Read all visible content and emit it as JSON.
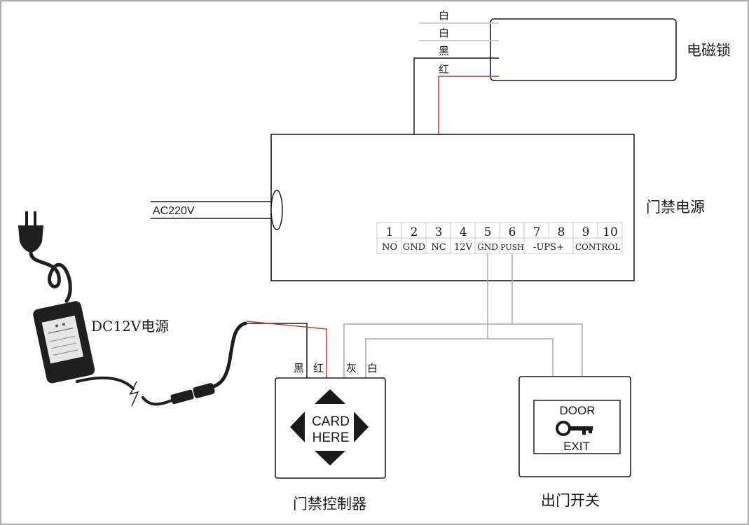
{
  "lock": {
    "label": "电磁锁",
    "wires": [
      {
        "label": "白",
        "color": "#c0c0c0"
      },
      {
        "label": "白",
        "color": "#c0c0c0"
      },
      {
        "label": "黑",
        "color": "#1a1a1a"
      },
      {
        "label": "红",
        "color": "#c0392b"
      }
    ]
  },
  "power_supply": {
    "label": "门禁电源",
    "ac_input": "AC220V",
    "terminals": [
      {
        "num": "1",
        "name": "NO"
      },
      {
        "num": "2",
        "name": "GND"
      },
      {
        "num": "3",
        "name": "NC"
      },
      {
        "num": "4",
        "name": "12V"
      },
      {
        "num": "5",
        "name": "GND"
      },
      {
        "num": "6",
        "name": "PUSH"
      },
      {
        "num": "7",
        "name": "-UPS+"
      },
      {
        "num": "8",
        "name": ""
      },
      {
        "num": "9",
        "name": "CONTROL"
      },
      {
        "num": "10",
        "name": ""
      }
    ]
  },
  "adapter": {
    "label": "DC12V电源"
  },
  "controller": {
    "label": "门禁控制器",
    "card_text": [
      "CARD",
      "HERE"
    ],
    "wires": [
      {
        "label": "黑",
        "color": "#1a1a1a"
      },
      {
        "label": "红",
        "color": "#c0392b"
      },
      {
        "label": "灰",
        "color": "#a8a8a8"
      },
      {
        "label": "白",
        "color": "#c0c0c0"
      }
    ]
  },
  "exit_switch": {
    "label": "出门开关",
    "top_text": "DOOR",
    "bottom_text": "EXIT"
  },
  "colors": {
    "line": "#1a1a1a",
    "red_wire": "#c0392b",
    "gray_wire": "#a8a8a8"
  }
}
